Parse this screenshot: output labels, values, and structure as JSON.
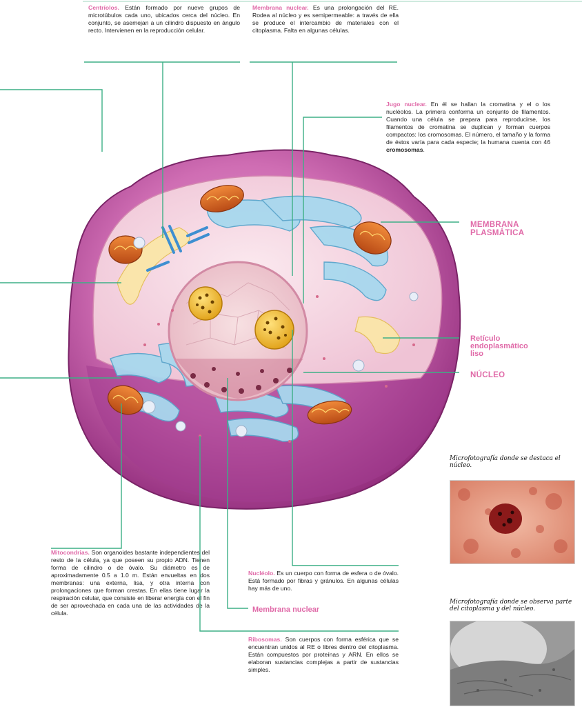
{
  "notes": {
    "centriolos": {
      "title": "Centríolos.",
      "text": "Están formado por nueve grupos de microtúbulos cada uno, ubicados cerca del núcleo. En conjunto, se asemejan a un cilindro dispuesto en ángulo recto. Intervienen en la reproducción celular."
    },
    "membrana_nuclear": {
      "title": "Membrana nuclear.",
      "text": "Es una prolongación del RE. Rodea al núcleo y es semipermeable: a través de ella se produce el intercambio de materiales con el citoplasma. Falta en algunas células."
    },
    "jugo_nuclear": {
      "title": "Jugo nuclear.",
      "text_before": "En él se hallan la cromatina y el o los nucléolos. La primera conforma un conjunto de filamentos. Cuando una célula se prepara para reproducirse, los filamentos de cromatina se duplican y forman cuerpos compactos: los cromosomas. El número, el tamaño y la forma de éstos varía para cada especie; la humana cuenta con 46",
      "bold_word": "cromosomas",
      "text_after": "."
    },
    "mitocondrias": {
      "title": "Mitocondrias.",
      "text": "Son organoides bastante independientes del resto de la célula, ya que poseen su propio ADN. Tienen forma de cilindro o de óvalo. Su diámetro es de aproximadamente 0.5 a 1.0 m. Están envueltas en dos membranas: una externa, lisa, y otra interna con prolongaciones que forman crestas. En ellas tiene lugar la respiración celular, que consiste en liberar energía con el fin de ser aprovechada en cada una de las actividades de la célula."
    },
    "nucleolo": {
      "title": "Nucléolo.",
      "text": "Es un cuerpo con forma de esfera o de óvalo. Está formado por fibras y gránulos. En algunas células hay más de uno."
    },
    "ribosomas": {
      "title": "Ribosomas.",
      "text": "Son cuerpos con forma esférica que se encuentran unidos al RE o libres dentro del citoplasma. Están compuestos por proteínas y ARN. En ellos se elaboran sustancias complejas a partir de sustancias simples."
    }
  },
  "labels": {
    "membrana_plasmatica_1": "MEMBRANA",
    "membrana_plasmatica_2": "PLASMÁTICA",
    "reticulo_1": "Retículo",
    "reticulo_2": "endoplasmático",
    "reticulo_3": "liso",
    "nucleo": "NÚCLEO",
    "membrana_nuclear_bottom": "Membrana nuclear"
  },
  "captions": {
    "photo1": "Microfotografía donde se destaca el núcleo.",
    "photo2": "Microfotografía donde se observa parte del citoplasma y del núcleo."
  },
  "colors": {
    "accent_pink": "#e06aa8",
    "leader_green": "#3daf86",
    "cell_magenta": "#b8479a",
    "er_blue": "#8cc8e4",
    "mitochondria_orange": "#d8702a"
  }
}
